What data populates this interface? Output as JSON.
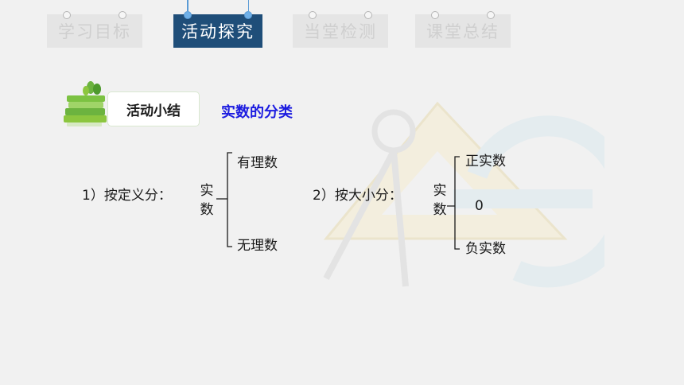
{
  "tabs": [
    {
      "label": "学习目标",
      "active": false
    },
    {
      "label": "活动探究",
      "active": true
    },
    {
      "label": "当堂检测",
      "active": false
    },
    {
      "label": "课堂总结",
      "active": false
    }
  ],
  "badge": {
    "label": "活动小结"
  },
  "heading": "实数的分类",
  "section1": {
    "label": "1）按定义分：",
    "root": [
      "实",
      "数"
    ],
    "branches": [
      "有理数",
      "无理数"
    ]
  },
  "section2": {
    "label": "2）按大小分：",
    "root": [
      "实",
      "数"
    ],
    "branches": [
      "正实数",
      "0",
      "负实数"
    ]
  },
  "colors": {
    "active_tab": "#1f4e79",
    "heading": "#1c1ce0",
    "inactive_tab": "#e5e5e5"
  }
}
